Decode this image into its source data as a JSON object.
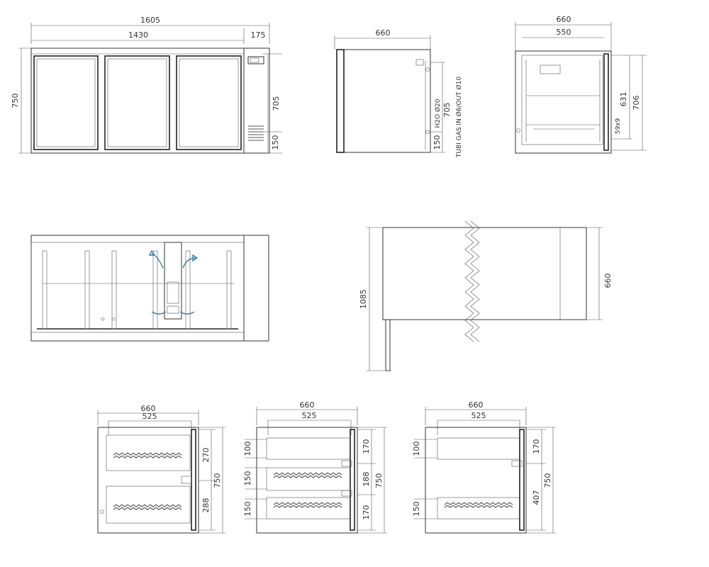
{
  "front_view": {
    "overall_width": "1605",
    "door_section": "1430",
    "compressor_section": "175",
    "height": "750",
    "height_inner": "705",
    "vent_height": "150"
  },
  "side_view": {
    "depth": "660",
    "height": "705",
    "h2o": "H2O Ø20",
    "gas_tubes": "TUBI GAS IN Ø6/OUT Ø10",
    "bottom_offset": "150"
  },
  "end_view": {
    "depth": "660",
    "inner_depth": "550",
    "height": "706",
    "inner_height": "631",
    "cutout": "59x9"
  },
  "plan_view": {},
  "door_open_view": {
    "depth": "1085",
    "width": "660"
  },
  "section_two_drawers": {
    "depth": "660",
    "inner": "525",
    "top_drawer": "270",
    "bottom_drawer": "288",
    "height": "750"
  },
  "section_three_drawers": {
    "depth": "660",
    "inner": "525",
    "top_offset": "100",
    "mid_offset": "150",
    "low_offset": "150",
    "drawer_1": "170",
    "drawer_2": "188",
    "drawer_3": "170",
    "height": "750"
  },
  "section_drawer_door": {
    "depth": "660",
    "inner": "525",
    "top_offset": "100",
    "low_offset": "150",
    "drawer_1": "170",
    "door": "407",
    "height": "750"
  }
}
